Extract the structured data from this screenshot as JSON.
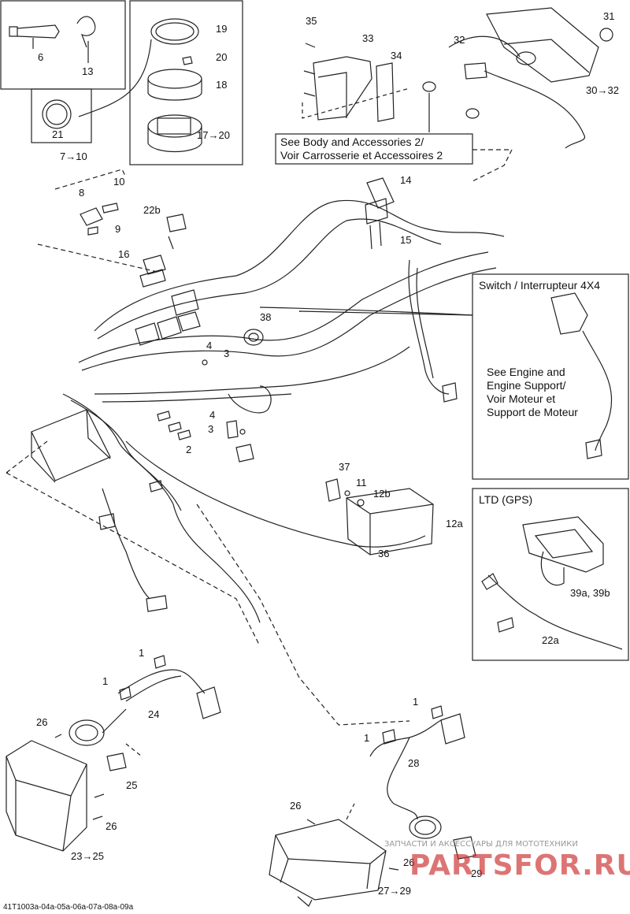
{
  "callouts": {
    "see_body": [
      "See Body and Accessories 2/",
      "Voir Carrosserie et Accessoires 2"
    ],
    "switch_title": "Switch / Interrupteur 4X4",
    "see_engine": [
      "See Engine and",
      "Engine Support/",
      "Voir Moteur et",
      "Support de Moteur"
    ],
    "gps_title": "LTD (GPS)"
  },
  "part_labels": {
    "p6": "6",
    "p13": "13",
    "p21": "21",
    "p19": "19",
    "p20": "20",
    "p18": "18",
    "p17_20": "17→20",
    "p35": "35",
    "p33": "33",
    "p34": "34",
    "p31": "31",
    "p32": "32",
    "p30_32": "30→32",
    "p7_10": "7→10",
    "p8": "8",
    "p10": "10",
    "p9": "9",
    "p22b": "22b",
    "p14": "14",
    "p15": "15",
    "p16": "16",
    "p38": "38",
    "p4a": "4",
    "p3a": "3",
    "p4b": "4",
    "p3b": "3",
    "p2": "2",
    "p37": "37",
    "p11": "11",
    "p12b": "12b",
    "p12a": "12a",
    "p36": "36",
    "p39": "39a, 39b",
    "p22a": "22a",
    "p1a": "1",
    "p1b": "1",
    "p24": "24",
    "p26a": "26",
    "p25": "25",
    "p26b": "26",
    "p23_25": "23→25",
    "p1c": "1",
    "p1d": "1",
    "p28": "28",
    "p26c": "26",
    "p26d": "26",
    "p29": "29",
    "p27_29": "27→29"
  },
  "drawing_code": "41T1003a-04a-05a-06a-07a-08a-09a",
  "watermark": {
    "small": "ЗАПЧАСТИ И АКСЕССУАРЫ ДЛЯ МОТОТЕХНИКИ",
    "brand": "PARTSFOR.RU"
  },
  "colors": {
    "line": "#222222",
    "watermark": "#cc2a2a"
  }
}
